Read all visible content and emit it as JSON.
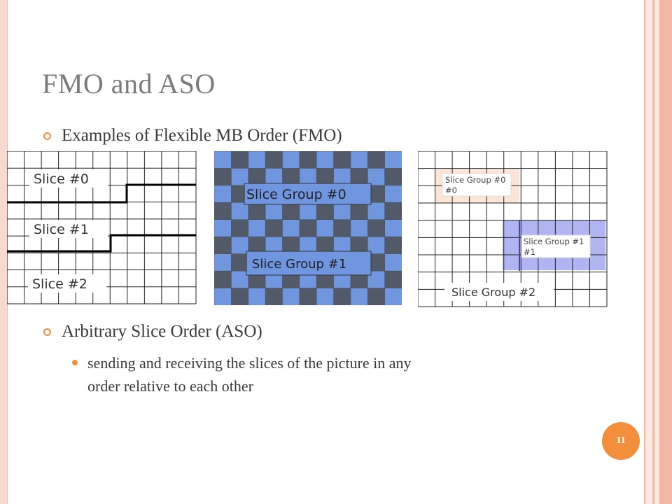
{
  "slide": {
    "title": "FMO and ASO",
    "page_number": "11"
  },
  "bullets": [
    {
      "text": "Examples of Flexible MB Order (FMO)"
    },
    {
      "text": "Arbitrary Slice Order (ASO)",
      "sub": [
        "sending and receiving the slices of the picture in any",
        "order relative to each other"
      ]
    }
  ],
  "diagrams": {
    "slices": {
      "labels": [
        "Slice #0",
        "Slice #1",
        "Slice #2"
      ]
    },
    "checkerboard": {
      "labels": [
        "Slice Group #0",
        "Slice Group #1"
      ],
      "colors": [
        "#7096e0",
        "#525a6a"
      ]
    },
    "regions": {
      "labels": [
        "Slice Group #0",
        "Slice Group #1",
        "Slice Group #2"
      ],
      "colors": [
        "#fce4d6",
        "#b0b4f0"
      ]
    }
  }
}
